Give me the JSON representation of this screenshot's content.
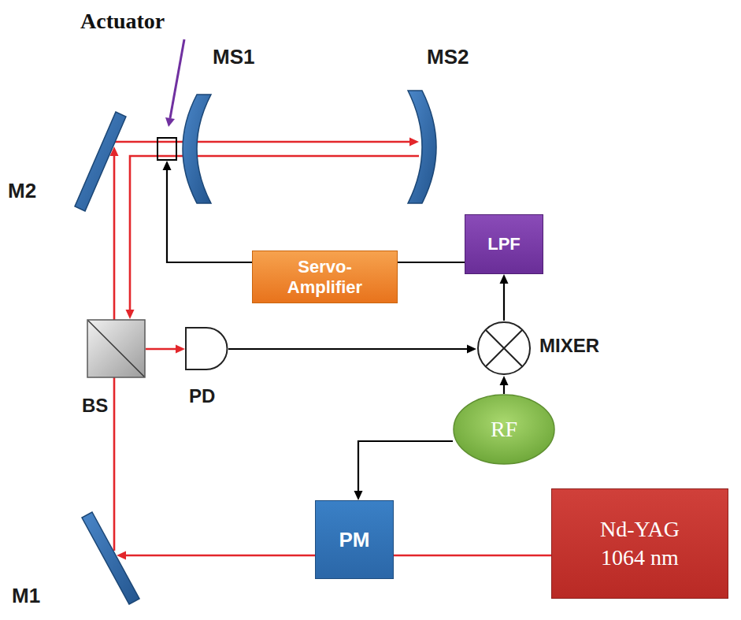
{
  "diagram": {
    "nodes": [
      {
        "text": [
          "Actuator"
        ]
      },
      {
        "text": [
          "MS1"
        ]
      },
      {
        "text": [
          "MS2"
        ]
      },
      {
        "text": [
          "M2"
        ]
      },
      {
        "text": [
          "Servo-Amplifier"
        ]
      },
      {
        "text": [
          "LPF"
        ]
      },
      {
        "text": [
          "BS"
        ]
      },
      {
        "text": [
          "PD"
        ]
      },
      {
        "text": [
          "MIXER"
        ]
      },
      {
        "text": [
          "RF"
        ]
      },
      {
        "text": [
          "PM"
        ]
      },
      {
        "text": [
          "M1"
        ]
      },
      {
        "text": [
          "Nd-YAG 1064 nm"
        ]
      }
    ],
    "edges": [
      {
        "from": 12,
        "to": 10,
        "arrow": "none"
      },
      {
        "from": 10,
        "to": 11,
        "arrow": "to"
      },
      {
        "from": 11,
        "to": 3,
        "arrow": "to"
      },
      {
        "from": 3,
        "to": 2,
        "arrow": "to"
      },
      {
        "from": 2,
        "to": 6,
        "arrow": "to"
      },
      {
        "from": 6,
        "to": 7,
        "arrow": "to"
      },
      {
        "from": 7,
        "to": 8,
        "arrow": "to"
      },
      {
        "from": 9,
        "to": 8,
        "arrow": "to"
      },
      {
        "from": 9,
        "to": 10,
        "arrow": "to"
      },
      {
        "from": 8,
        "to": 5,
        "arrow": "to"
      },
      {
        "from": 5,
        "to": 4,
        "arrow": "none"
      },
      {
        "from": 4,
        "to": 0,
        "arrow": "to"
      }
    ]
  }
}
